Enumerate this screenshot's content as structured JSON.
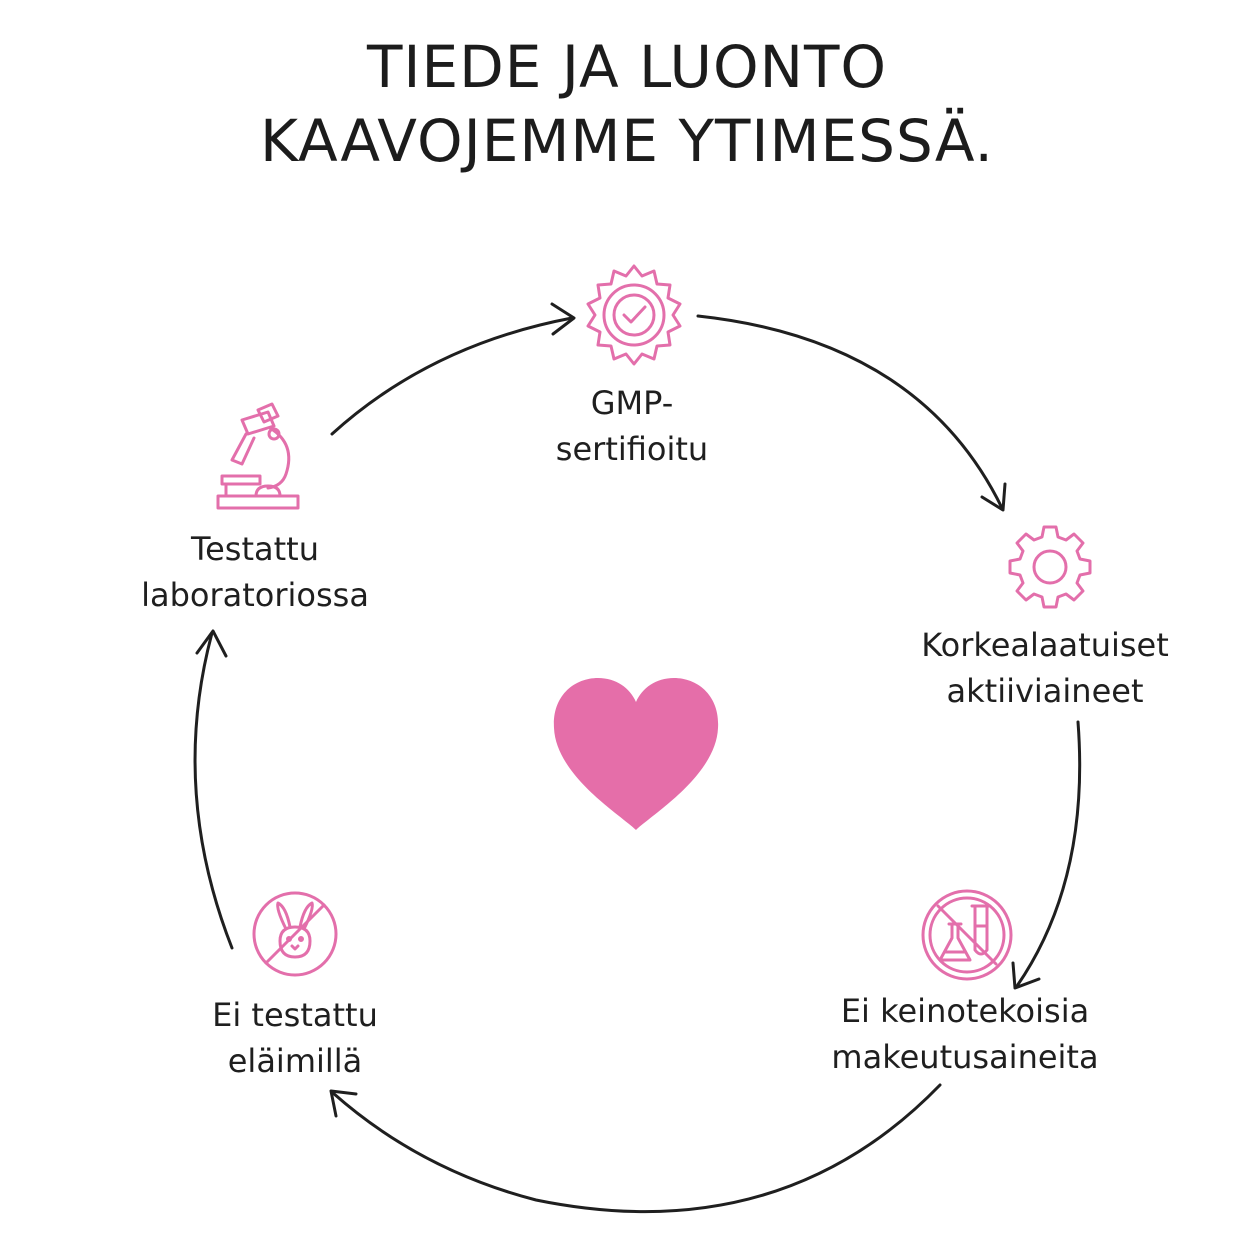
{
  "title": {
    "line1": "TIEDE JA LUONTO",
    "line2": "KAAVOJEMME YTIMESSÄ."
  },
  "nodes": {
    "gmp": {
      "line1": "GMP-",
      "line2": "sertifioitu",
      "icon": "certified-badge-icon"
    },
    "quality": {
      "line1": "Korkealaatuiset",
      "line2": "aktiiviaineet",
      "icon": "gear-icon"
    },
    "sweeteners": {
      "line1": "Ei keinotekoisia",
      "line2": "makeutusaineita",
      "icon": "no-chemicals-icon"
    },
    "animals": {
      "line1": "Ei testattu",
      "line2": "eläimillä",
      "icon": "no-animal-testing-icon"
    },
    "lab": {
      "line1": "Testattu",
      "line2": "laboratoriossa",
      "icon": "microscope-icon"
    }
  },
  "center_icon": "heart-icon",
  "colors": {
    "accent": "#e36fab",
    "heart": "#e56ea9",
    "text": "#1f1f1f",
    "arrow": "#1f1f1f"
  }
}
